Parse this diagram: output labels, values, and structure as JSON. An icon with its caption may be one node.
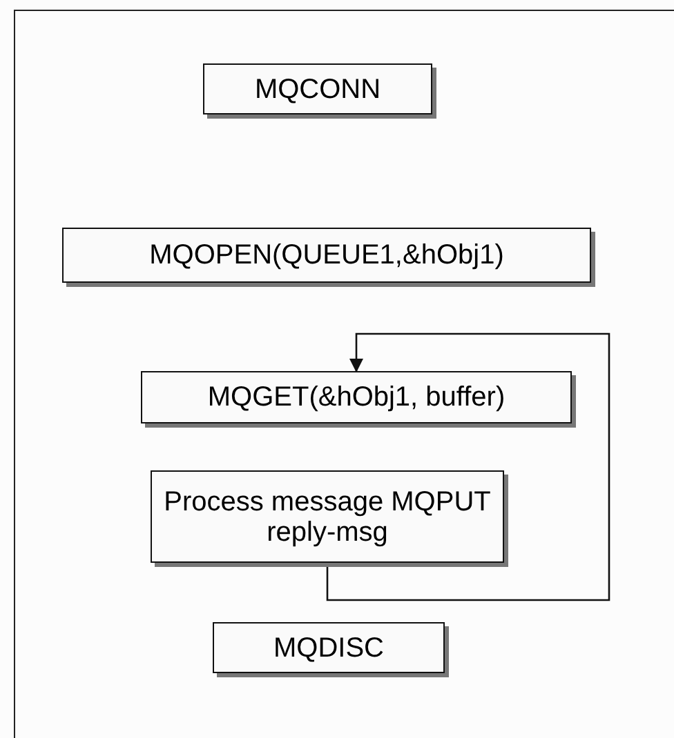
{
  "diagram": {
    "nodes": [
      {
        "text": [
          "MQCONN"
        ]
      },
      {
        "text": [
          "MQOPEN(QUEUE1,&hObj1)"
        ]
      },
      {
        "text": [
          "MQGET(&hObj1, buffer)"
        ]
      },
      {
        "text": [
          "Process message MQPUT reply-msg"
        ]
      },
      {
        "text": [
          "MQDISC"
        ]
      }
    ],
    "edges": [
      {
        "from": 3,
        "to": 2,
        "arrow": "to"
      }
    ]
  }
}
